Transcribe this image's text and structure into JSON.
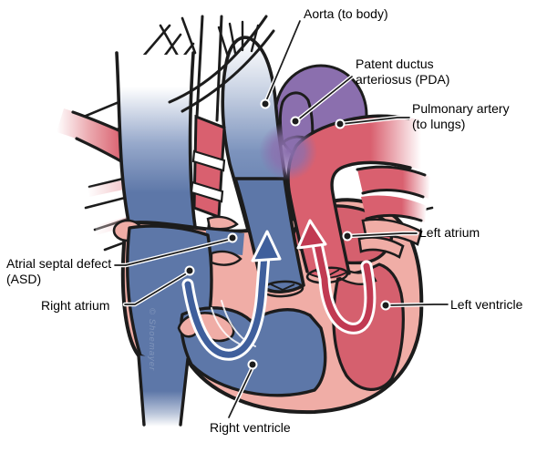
{
  "figure": {
    "labels": {
      "aorta": "Aorta (to body)",
      "pda": "Patent ductus\narteriosus (PDA)",
      "pulmonary_artery": "Pulmonary artery\n(to lungs)",
      "left_atrium": "Left atrium",
      "left_ventricle": "Left ventricle",
      "asd": "Atrial septal defect\n(ASD)",
      "right_atrium": "Right atrium",
      "right_ventricle": "Right ventricle"
    },
    "watermark": "© Shoemayer",
    "colors": {
      "deoxygenated_blue": "#5d77a8",
      "oxygenated_red": "#d5606e",
      "mixed_purple": "#8b6fae",
      "muscle_pink": "#f0ada6",
      "outline_black": "#1c1c1c",
      "arrow_blue": "#3f5f9c",
      "arrow_red": "#c13a52",
      "label_text": "#000000",
      "background": "#ffffff"
    }
  }
}
